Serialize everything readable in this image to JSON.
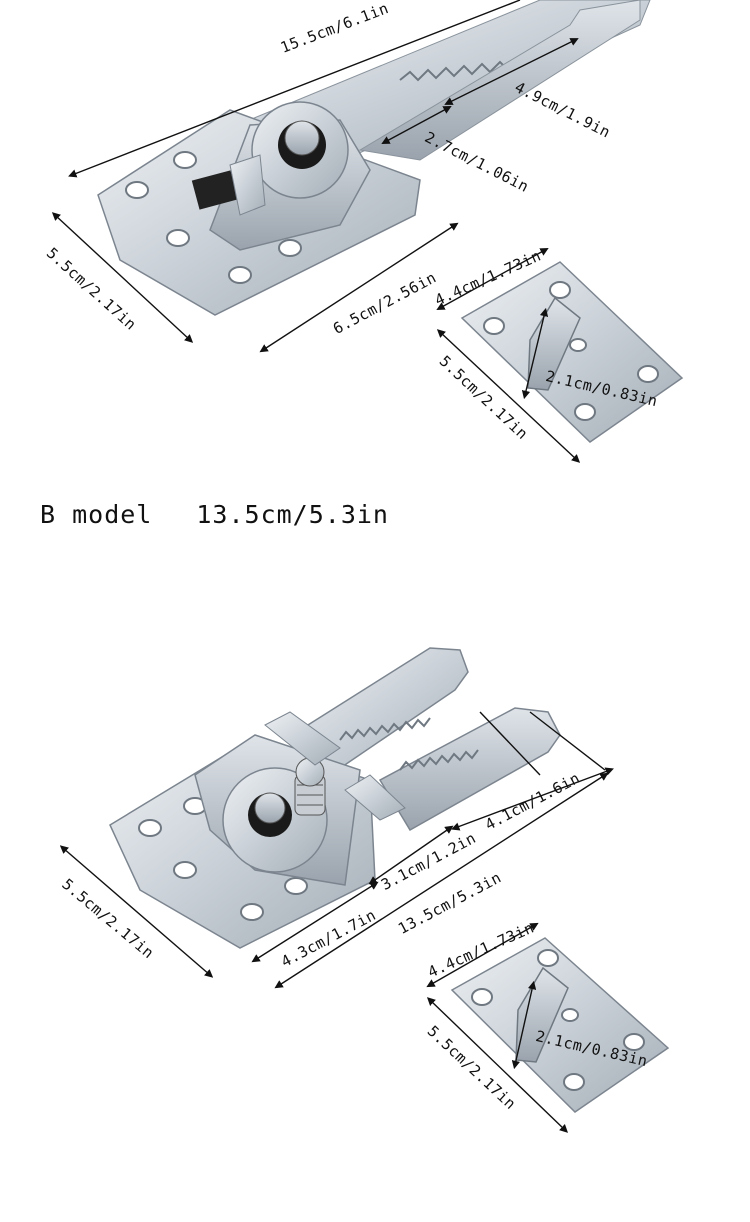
{
  "model_a": {
    "dims": {
      "total_length": "15.5cm/6.1in",
      "teeth_length": "4.9cm/1.9in",
      "slot_length": "2.7cm/1.06in",
      "plate_length": "6.5cm/2.56in",
      "plate_width": "5.5cm/2.17in",
      "small_width": "4.4cm/1.73in",
      "small_height": "5.5cm/2.17in",
      "hook_length": "2.1cm/0.83in"
    }
  },
  "model_b": {
    "name": "B model",
    "length": "13.5cm/5.3in",
    "dims": {
      "teeth_length": "4.1cm/1.6in",
      "gap_length": "3.1cm/1.2in",
      "total_length": "13.5cm/5.3in",
      "plate_length": "4.3cm/1.7in",
      "plate_width": "5.5cm/2.17in",
      "small_width": "4.4cm/1.73in",
      "small_height": "5.5cm/2.17in",
      "hook_length": "2.1cm/0.83in"
    }
  },
  "colors": {
    "metal_light": "#e3e7ec",
    "metal_mid": "#b8c0c8",
    "metal_dark": "#7c858f",
    "hole": "#ffffff",
    "washer": "#1a1a1a"
  }
}
